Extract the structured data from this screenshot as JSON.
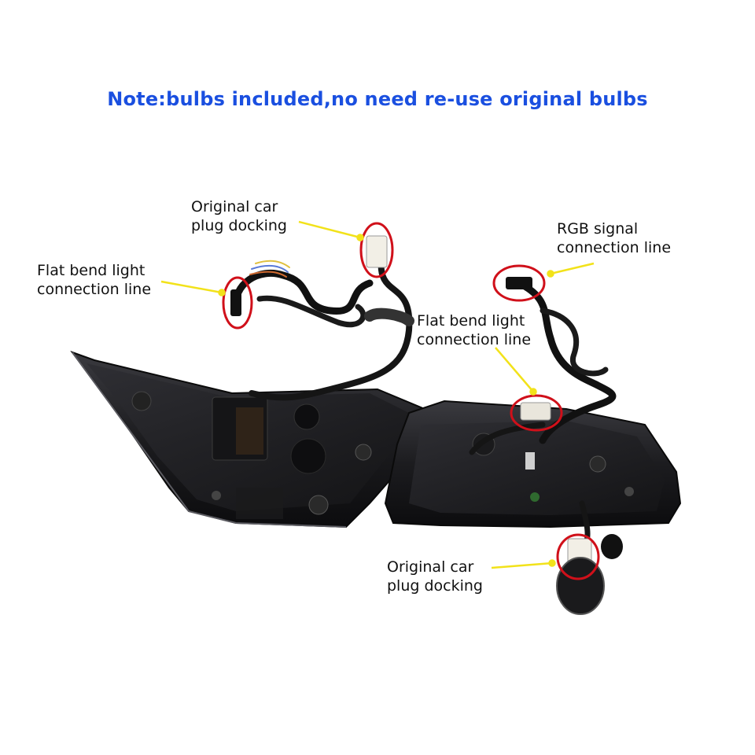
{
  "note": "Note:bulbs included,no need re-use original bulbs",
  "callouts": {
    "plug_top": {
      "line1": "Original car",
      "line2": "plug docking"
    },
    "flat_left": {
      "line1": "Flat bend light",
      "line2": "connection line"
    },
    "rgb": {
      "line1": "RGB signal",
      "line2": "connection line"
    },
    "flat_mid": {
      "line1": "Flat bend light",
      "line2": "connection line"
    },
    "plug_bottom": {
      "line1": "Original car",
      "line2": "plug docking"
    }
  },
  "colors": {
    "note_text": "#1a4fe0",
    "highlight_circle": "#d0101a",
    "leader_line": "#f2e21a",
    "housing": "#1c1c1f"
  }
}
